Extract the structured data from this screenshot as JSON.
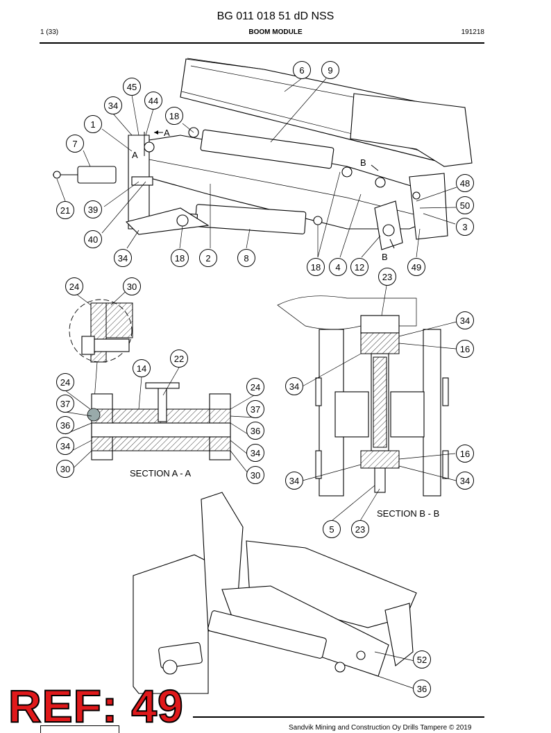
{
  "header": {
    "doc_title": "BG 011 018 51 dD NSS",
    "page": "1 (33)",
    "section": "BOOM MODULE",
    "date": "191218"
  },
  "callouts": {
    "main_view": [
      "6",
      "9",
      "45",
      "44",
      "34",
      "18",
      "1",
      "7",
      "21",
      "39",
      "40",
      "34",
      "18",
      "2",
      "8",
      "18",
      "4",
      "12",
      "49",
      "48",
      "50",
      "3"
    ],
    "section_a": [
      "24",
      "30",
      "14",
      "22",
      "24",
      "37",
      "36",
      "34",
      "30",
      "24",
      "37",
      "36",
      "34",
      "30"
    ],
    "section_b": [
      "23",
      "34",
      "16",
      "34",
      "16",
      "34",
      "34",
      "5",
      "23"
    ],
    "iso_view": [
      "52",
      "36"
    ]
  },
  "section_markers": {
    "a": "A",
    "b": "B"
  },
  "section_labels": {
    "a": "SECTION A - A",
    "b": "SECTION B - B"
  },
  "watermark": "REF: 49",
  "footer": {
    "copyright": "Sandvik Mining and Construction Oy Drills Tampere © 2019"
  }
}
